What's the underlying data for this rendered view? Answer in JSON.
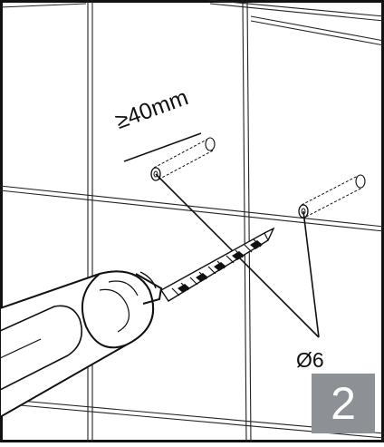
{
  "labels": {
    "min_depth": "≥40mm",
    "hole_diameter": "Ø6"
  },
  "step": {
    "number": "2"
  },
  "colors": {
    "frame": "#111111",
    "tile_joint": "#222222",
    "step_box_bg": "#8d9095",
    "step_text": "#ffffff"
  }
}
